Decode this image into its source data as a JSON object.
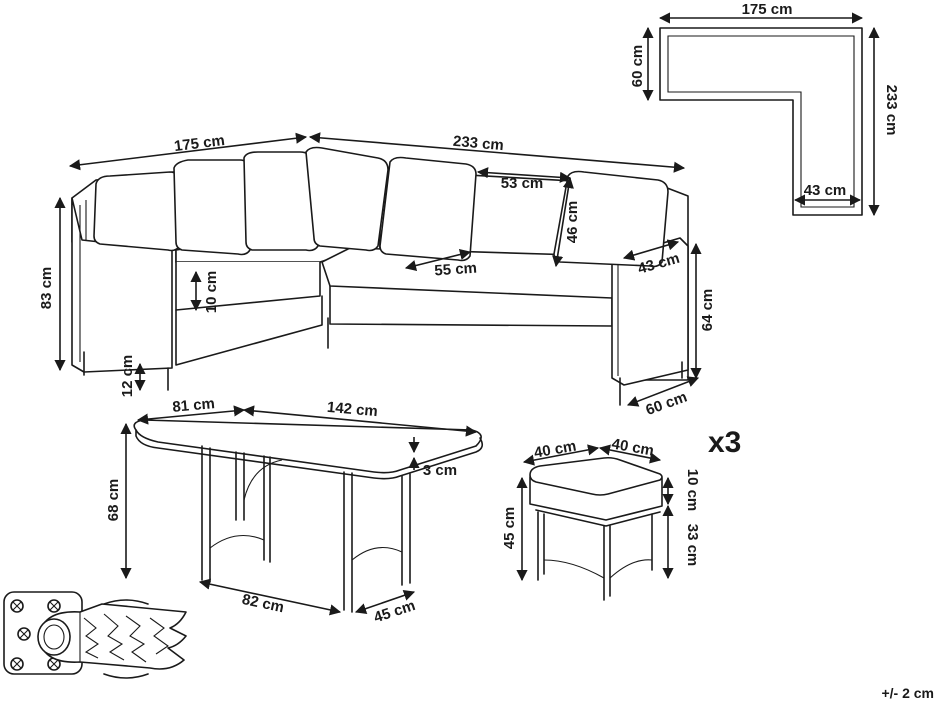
{
  "dimensions": {
    "plan_top_width": "175 cm",
    "plan_depth": "60 cm",
    "plan_side_length": "233 cm",
    "plan_inner_width": "43 cm",
    "sofa_left_width": "175 cm",
    "sofa_right_length": "233 cm",
    "backrest_width": "53 cm",
    "backrest_height": "46 cm",
    "seat_depth": "55 cm",
    "cushion_thickness": "10 cm",
    "total_height": "83 cm",
    "leg_height": "12 cm",
    "armrest_width": "43 cm",
    "seat_height": "64 cm",
    "sofa_depth": "60 cm",
    "table_width": "81 cm",
    "table_length": "142 cm",
    "table_top_thickness": "3 cm",
    "table_height": "68 cm",
    "table_base_length": "82 cm",
    "table_base_width": "45 cm",
    "stool_depth": "40 cm",
    "stool_width": "40 cm",
    "stool_cushion": "10 cm",
    "stool_height": "45 cm",
    "stool_frame_height": "33 cm"
  },
  "stool_quantity": "x3",
  "tolerance": "+/- 2 cm",
  "icons": [
    "cross-screw-icon",
    "adjustable-foot-icon"
  ]
}
